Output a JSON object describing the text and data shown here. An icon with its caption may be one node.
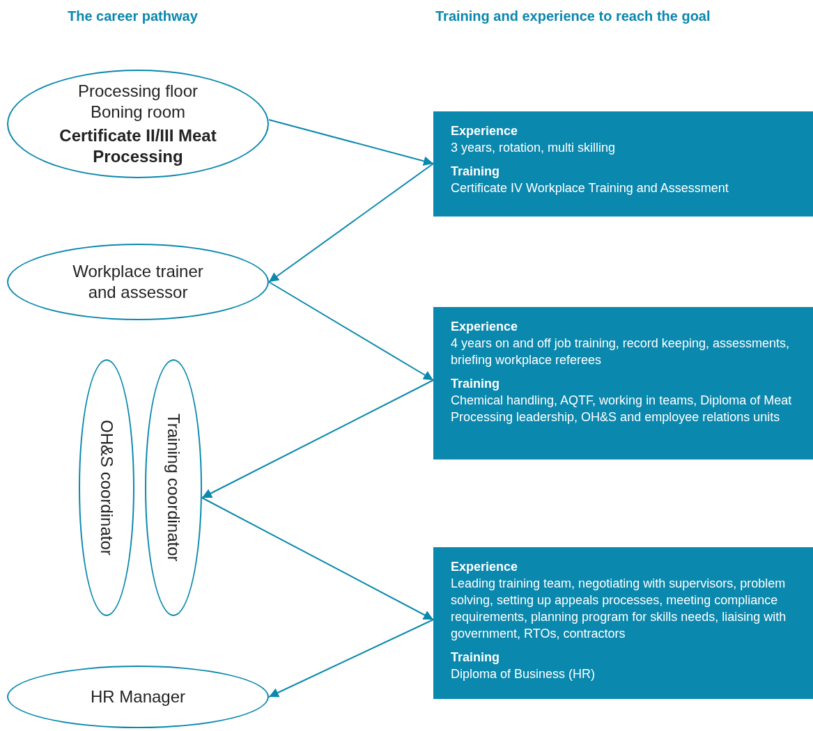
{
  "diagram": {
    "nodes": [
      {
        "text": [
          "Processing floor Boning room",
          "Certificate II/III Meat Processing"
        ]
      },
      {
        "text": [
          "Experience",
          "3 years, rotation, multi skilling",
          "Training",
          "Certificate IV Workplace Training and Assessment"
        ]
      },
      {
        "text": [
          "Workplace trainer and assessor"
        ]
      },
      {
        "text": [
          "Experience",
          "4 years on and off job training, record keeping, assessments, briefing workplace referees",
          "Training",
          "Chemical handling, AQTF, working in teams, Diploma of Meat Processing leadership, OH&S and employee relations units"
        ]
      },
      {
        "text": [
          "OH&S coordinator"
        ]
      },
      {
        "text": [
          "Training coordinator"
        ]
      },
      {
        "text": [
          "Experience",
          "Leading training team, negotiating with supervisors, problem solving, setting up appeals processes, meeting compliance requirements, planning program for skills needs, liaising with government, RTOs, contractors",
          "Training",
          "Diploma of Business (HR)"
        ]
      },
      {
        "text": [
          "HR Manager"
        ]
      }
    ],
    "edges": [
      {
        "from": 0,
        "to": 1,
        "arrow": "to"
      },
      {
        "from": 1,
        "to": 2,
        "arrow": "to"
      },
      {
        "from": 2,
        "to": 3,
        "arrow": "to"
      },
      {
        "from": 3,
        "to": 5,
        "arrow": "to"
      },
      {
        "from": 5,
        "to": 6,
        "arrow": "to"
      },
      {
        "from": 6,
        "to": 7,
        "arrow": "to"
      }
    ],
    "labels": [
      "The career pathway",
      "Training and experience to reach the goal"
    ]
  }
}
